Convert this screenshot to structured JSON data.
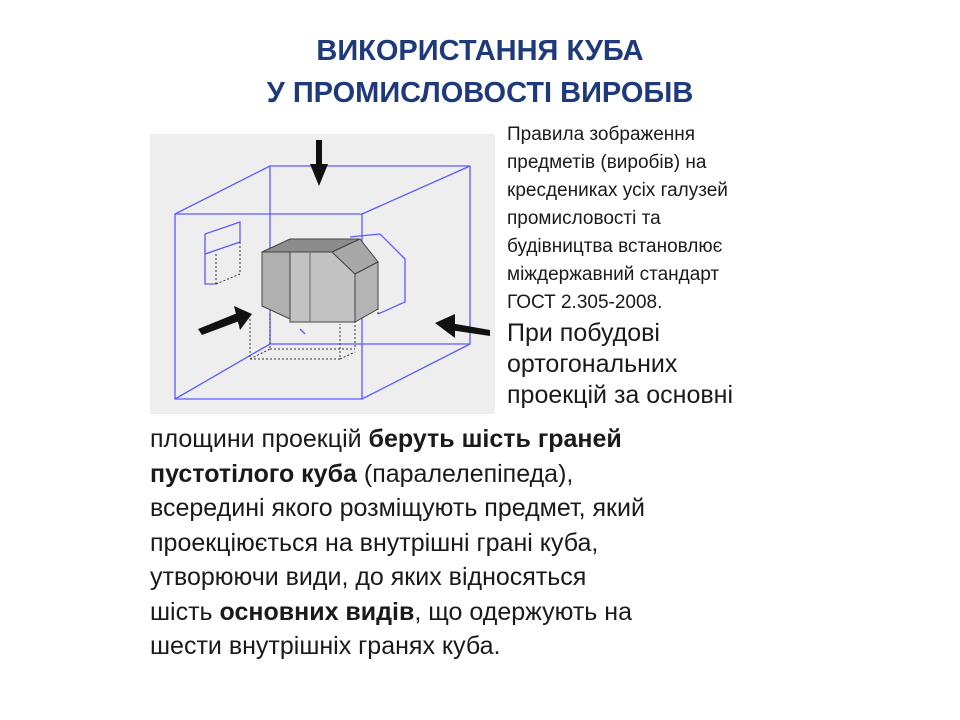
{
  "title": {
    "line1": "ВИКОРИСТАННЯ КУБА",
    "line2": "У ПРОМИСЛОВОСТІ ВИРОБІВ"
  },
  "colors": {
    "title": "#1f3a7a",
    "cube_lines": "#5b5bff",
    "figure_bg": "#eeeeee",
    "object_fill": "#b8b8b8"
  },
  "standard_text": {
    "lines": [
      "Правила зображення",
      "предметів (виробів) на",
      "кресдениках усіх галузей",
      "промисловості та",
      "будівництва встановлює",
      "міждержавний стандарт",
      "ГОСТ 2.305-2008."
    ]
  },
  "projection_text": {
    "right_lines": [
      "При побудові",
      "ортогональних",
      "проекцій за основні"
    ],
    "l1_a": "площини проекцій ",
    "l1_b": "беруть шість граней",
    "l2_a": "пустотілого куба",
    "l2_b": " (паралелепіпеда),",
    "l3": "всередині якого розміщують предмет, який",
    "l4": "проекціюється на внутрішні грані куба,",
    "l5": "утворюючи види, до яких відносяться",
    "l6_a": "шість ",
    "l6_b": "основних видів",
    "l6_c": ", що одержують на",
    "l7": "шести внутрішніх гранях куба."
  },
  "figure": {
    "icons": [
      "arrow-down-icon",
      "arrow-right-icon",
      "arrow-left-icon"
    ]
  }
}
